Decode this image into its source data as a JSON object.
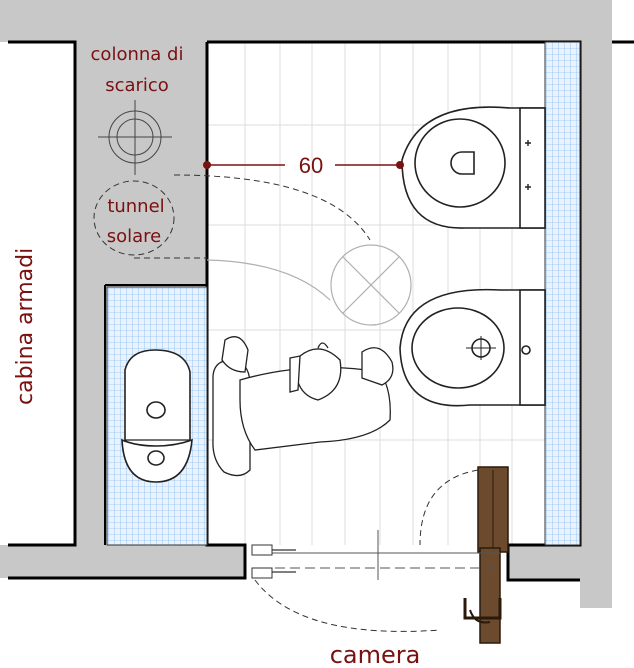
{
  "labels": {
    "drain_column_line1": "colonna di",
    "drain_column_line2": "scarico",
    "sun_tunnel_line1": "tunnel",
    "sun_tunnel_line2": "solare",
    "wardrobe": "cabina armadi",
    "bedroom": "camera",
    "clearance_dimension": "60"
  },
  "colors": {
    "label": "#7a1010",
    "wall": "#c8c8c8",
    "tile_grid": "#6aa8e6",
    "tile_bg": "#e8f3ff",
    "door": "#6b4a2e"
  },
  "icons": [
    "drain-column-icon",
    "sun-tunnel-icon",
    "toilet-icon",
    "bidet-icon",
    "shower-tray-icon",
    "person-icon",
    "door-icon",
    "towel-rail-icon",
    "skylight-icon"
  ]
}
